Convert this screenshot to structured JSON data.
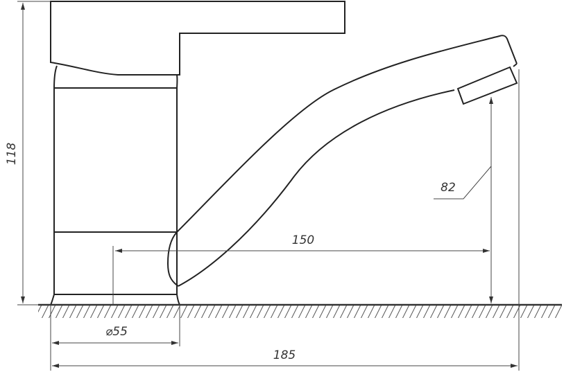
{
  "drawing": {
    "title": "faucet side view dimension drawing",
    "dimensions": {
      "height": "118",
      "spout_reach": "150",
      "spout_height": "82",
      "base_diameter": "⌀55",
      "overall_length": "185"
    },
    "line_color": "#222222"
  }
}
